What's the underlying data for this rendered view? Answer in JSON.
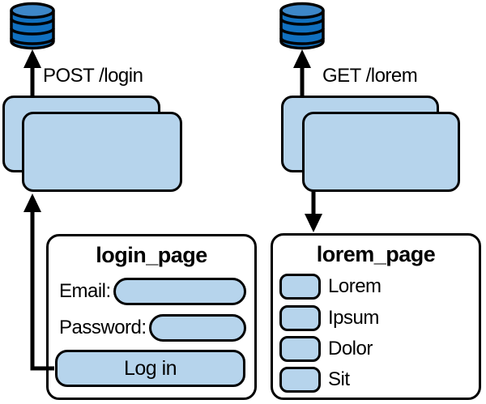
{
  "diagram": {
    "colors": {
      "light_blue_fill": "#b6d4ec",
      "db_body_blue": "#1170bf",
      "db_top_blue": "#3d87c8",
      "line_black": "#000000"
    },
    "left_flow": {
      "database_icon": "database-cylinder-icon",
      "request_label": "POST /login",
      "page": {
        "title": "login_page",
        "fields": [
          {
            "label": "Email:"
          },
          {
            "label": "Password:"
          }
        ],
        "button_label": "Log in"
      }
    },
    "right_flow": {
      "database_icon": "database-cylinder-icon",
      "request_label": "GET /lorem",
      "page": {
        "title": "lorem_page",
        "items": [
          "Lorem",
          "Ipsum",
          "Dolor",
          "Sit"
        ]
      }
    }
  }
}
